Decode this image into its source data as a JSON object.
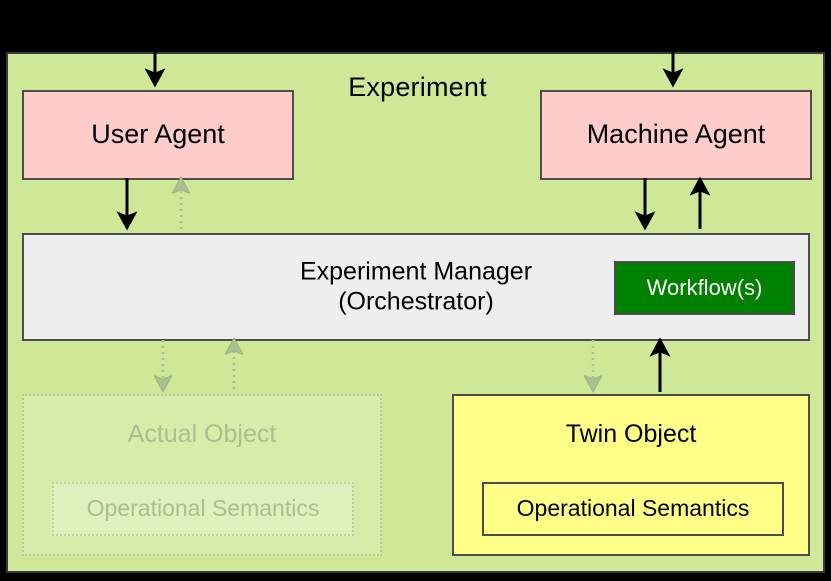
{
  "diagram": {
    "title": "Experiment",
    "background_color": "#000000",
    "container_color": "#cfe897",
    "container_border_color": "#3a3a3a"
  },
  "nodes": {
    "user_agent": {
      "label": "User Agent",
      "color": "#ffcccc",
      "state": "active"
    },
    "machine_agent": {
      "label": "Machine Agent",
      "color": "#ffcccc",
      "state": "active"
    },
    "experiment_manager": {
      "label_line1": "Experiment Manager",
      "label_line2": "(Orchestrator)",
      "color": "#eeeeee",
      "state": "active"
    },
    "workflows": {
      "label": "Workflow(s)",
      "color": "#008000",
      "text_color": "#ffffff",
      "state": "active"
    },
    "actual_object": {
      "label": "Actual Object",
      "inner_label": "Operational Semantics",
      "color": "#cfe897",
      "text_color": "#a9bf90",
      "state": "faded"
    },
    "twin_object": {
      "label": "Twin Object",
      "inner_label": "Operational Semantics",
      "color": "#ffff88",
      "text_color": "#000000",
      "state": "active"
    }
  },
  "connectors": [
    {
      "name": "external-to-user-agent",
      "style": "solid",
      "color": "#000000",
      "direction": "down"
    },
    {
      "name": "external-to-machine-agent",
      "style": "solid",
      "color": "#000000",
      "direction": "down"
    },
    {
      "name": "user-agent-to-experiment-manager",
      "style": "solid",
      "color": "#000000",
      "direction": "down"
    },
    {
      "name": "experiment-manager-to-user-agent",
      "style": "dotted",
      "color": "#a9bf90",
      "direction": "up"
    },
    {
      "name": "machine-agent-to-experiment-manager",
      "style": "solid",
      "color": "#000000",
      "direction": "down"
    },
    {
      "name": "experiment-manager-to-machine-agent",
      "style": "solid",
      "color": "#000000",
      "direction": "up"
    },
    {
      "name": "experiment-manager-to-actual-object",
      "style": "dotted",
      "color": "#a9bf90",
      "direction": "down"
    },
    {
      "name": "actual-object-to-experiment-manager",
      "style": "dotted",
      "color": "#a9bf90",
      "direction": "up"
    },
    {
      "name": "experiment-manager-to-twin-object",
      "style": "dotted",
      "color": "#a9bf90",
      "direction": "down"
    },
    {
      "name": "twin-object-to-experiment-manager",
      "style": "solid",
      "color": "#000000",
      "direction": "up"
    }
  ]
}
